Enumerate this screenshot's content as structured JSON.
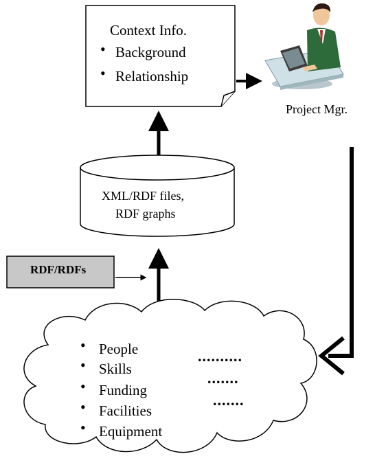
{
  "context_box": {
    "title": "Context  Info.",
    "items": [
      "Background",
      "Relationship"
    ]
  },
  "project_manager": {
    "label": "Project Mgr."
  },
  "database": {
    "line1": "XML/RDF files,",
    "line2": "RDF graphs"
  },
  "rdf_box": {
    "label": "RDF/RDFs"
  },
  "cloud": {
    "items": [
      "People",
      "Skills",
      "Funding",
      "Facilities",
      "Equipment"
    ],
    "ellipses": [
      "..........",
      ".......",
      "......."
    ]
  },
  "colors": {
    "rdf_box_fill": "#c8c8c8",
    "stroke": "#000000",
    "desk": "#cfe0e6",
    "shirt": "#2d6b3a"
  },
  "icons": [
    "bullet-icon",
    "project-manager-icon"
  ]
}
